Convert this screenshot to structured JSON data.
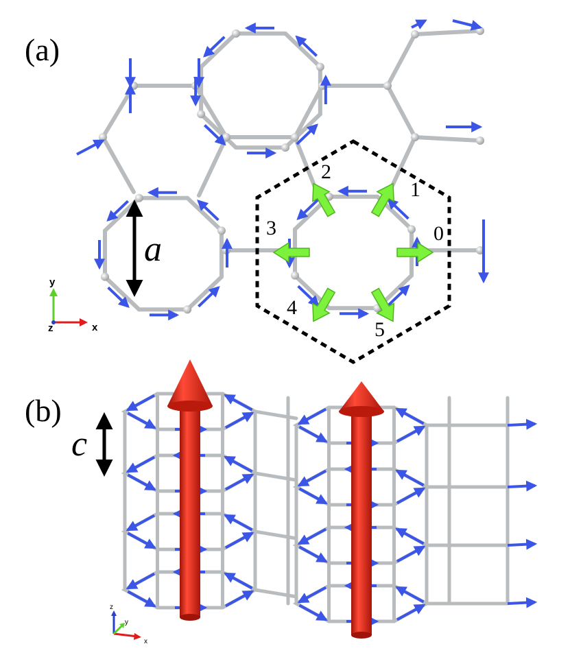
{
  "panels": {
    "a": {
      "label": "(a)"
    },
    "b": {
      "label": "(b)"
    }
  },
  "labels": {
    "lattice_a": "a",
    "lattice_c": "c"
  },
  "site_labels": [
    "0",
    "1",
    "2",
    "3",
    "4",
    "5"
  ],
  "axes_a": {
    "x": "x",
    "y": "y",
    "z": "z"
  },
  "axes_b": {
    "x": "x",
    "y": "y",
    "z": "z"
  },
  "colors": {
    "bond": "#b9bcbe",
    "bond_edge": "#8e9092",
    "atom": "#c9cbcd",
    "spin_blue": "#3b55e6",
    "spin_green": "#7df23c",
    "moment_red": "#e81c0f",
    "cell_outline": "#000000"
  }
}
